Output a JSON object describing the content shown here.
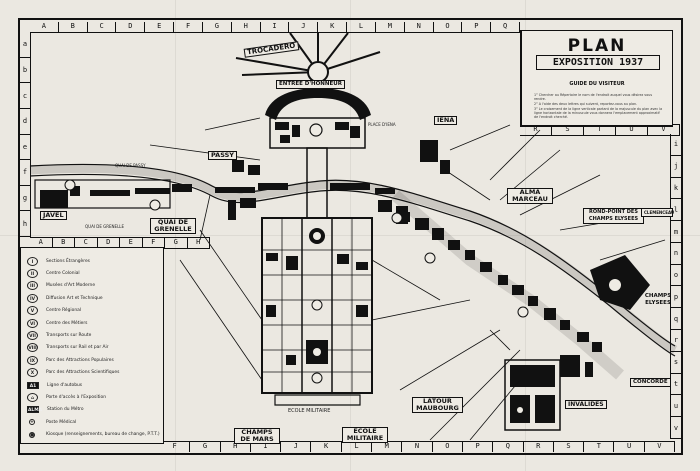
{
  "title": "PLAN",
  "subtitle": "EXPOSITION 1937",
  "guide_title": "GUIDE DU VISITEUR",
  "instructions": [
    "1° Chercher au Répertoire le nom de l'endroit auquel vous désirez vous rendre.",
    "2° A l'aide des deux lettres qui suivent, reportez-vous au plan.",
    "3° Le croisement de la ligne verticale partant de la majuscule du plan avec la ligne horizontale de la minuscule vous donnera l'emplacement approximatif de l'endroit cherché."
  ],
  "grid": {
    "columns_top": [
      "A",
      "B",
      "C",
      "D",
      "E",
      "F",
      "G",
      "H",
      "I",
      "J",
      "K",
      "L",
      "M",
      "N",
      "O",
      "P",
      "Q"
    ],
    "columns_mid_left": [
      "A",
      "B",
      "C",
      "D",
      "E",
      "F",
      "G",
      "H"
    ],
    "columns_right": [
      "R",
      "S",
      "T",
      "U",
      "V"
    ],
    "columns_bottom": [
      "F",
      "G",
      "H",
      "I",
      "J",
      "K",
      "L",
      "M",
      "N",
      "O",
      "P",
      "Q",
      "R",
      "S",
      "T",
      "U",
      "V"
    ],
    "rows_left": [
      "a",
      "b",
      "c",
      "d",
      "e",
      "f",
      "g",
      "h"
    ],
    "rows_right": [
      "i",
      "j",
      "k",
      "l",
      "m",
      "n",
      "o",
      "p",
      "q",
      "r",
      "s",
      "t",
      "u",
      "v"
    ]
  },
  "legend": [
    {
      "symbol": "I",
      "label": "Sections Étrangères"
    },
    {
      "symbol": "II",
      "label": "Centre Colonial"
    },
    {
      "symbol": "III",
      "label": "Musées d'Art Moderne"
    },
    {
      "symbol": "IV",
      "label": "Diffusion Art et Technique"
    },
    {
      "symbol": "V",
      "label": "Centre Régional"
    },
    {
      "symbol": "VI",
      "label": "Centre des Métiers"
    },
    {
      "symbol": "VII",
      "label": "Transports sur Route"
    },
    {
      "symbol": "VIII",
      "label": "Transports sur Rail et par Air"
    },
    {
      "symbol": "IX",
      "label": "Parc des Attractions Populaires"
    },
    {
      "symbol": "X",
      "label": "Parc des Attractions Scientifiques"
    },
    {
      "symbol": "A1",
      "label": "Ligne d'autobus"
    },
    {
      "symbol": "⌂",
      "label": "Porte d'accès à l'Exposition"
    },
    {
      "symbol": "ALMA",
      "label": "Station du Métro"
    },
    {
      "symbol": "+",
      "label": "Poste Médical"
    },
    {
      "symbol": "■",
      "label": "Kiosque (renseignements, bureau de change, P.T.T.)"
    }
  ],
  "places": {
    "trocadero": "TROCADERO",
    "entree": "ENTREE D'HONNEUR",
    "passy": "PASSY",
    "iena": "IENA",
    "javel": "JAVEL",
    "quai_grenelle": "QUAI DE GRENELLE",
    "alma_marceau": "ALMA MARCEAU",
    "rond_point": "ROND-POINT DES CHAMPS ELYSEES",
    "clemenceau": "CLEMENCEAU",
    "champs_elysees": "CHAMPS ELYSEES",
    "concorde": "CONCORDE",
    "invalides": "INVALIDES",
    "latour": "LATOUR MAUBOURG",
    "champ_de_mars": "CHAMPS DE MARS",
    "ecole_militaire_label": "ECOLE MILITAIRE",
    "ecole_militaire_text": "ECOLE MILITAIRE",
    "place_iena": "PLACE D'IENA",
    "quai_passy": "QUAI DE PASSY",
    "quai_grenelle_street": "QUAI DE GRENELLE"
  }
}
